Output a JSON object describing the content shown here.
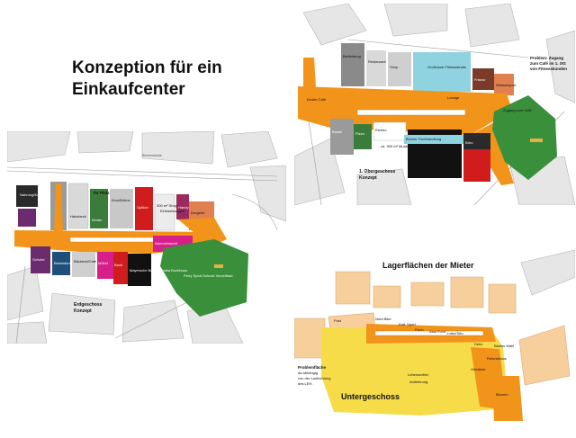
{
  "title": {
    "line1": "Konzeption für ein",
    "line2": "Einkaufcenter"
  },
  "erdgeschoss": {
    "caption_line1": "Erdgeschoss",
    "caption_line2": "Konzept",
    "plaza": "Ihr Platz",
    "labels": {
      "shop_a": "Hairsbeck",
      "shop_b": "Nahrung/Konsum",
      "shop_c": "Kino/Bühne",
      "shop_d": "Optiker",
      "shop_e": "300 m² Shop",
      "shop_f": "Drogerie",
      "shop_g": "Schuhe",
      "shop_h": "Bekleidung",
      "shop_i": "Bäckerei/Café",
      "shop_j": "Möbel",
      "shop_k": "Bank",
      "shop_l": "Kinder",
      "shop_m": "Handy",
      "shop_n": "Abendeinsicht",
      "shop_o": "Einkaufswagen",
      "magnet": "Mayersche Buchh. Thalia Buchhaus",
      "sport": "Perry Sport Schuck Vorzeitbad",
      "parking": "Blumenstraße"
    }
  },
  "obergeschoss": {
    "caption_line1": "1. Obergeschoss",
    "caption_line2": "Konzept",
    "problem_line1": "Problem: Zugang",
    "problem_line2": "zum Café im 1. OG",
    "problem_line3": "von Fitnesskunden",
    "labels": {
      "shop_a": "Bekleidung",
      "shop_b": "Restaurant",
      "shop_c": "Shop",
      "shop_d": "Friseur",
      "shop_e": "Wassersport",
      "shop_f": "Bastel",
      "shop_g": "Großraum Fitnessstudio",
      "shop_h": "Bücher Fachhandlung",
      "shop_i": "ca. 300 m² Musik",
      "shop_j": "Büro",
      "shop_k": "Pizza",
      "shop_l": "Zugang zum Café",
      "shop_m": "Kinder Café",
      "shop_n": "Elektro",
      "shop_o": "Lounge"
    }
  },
  "untergeschoss": {
    "heading": "Lagerflächen der Mieter",
    "caption": "Untergeschoss",
    "problem_line1": "Problemfläche",
    "problem_line2": "da abhängig",
    "problem_line3": "von der Laufrichtung",
    "problem_line4": "des LEH.",
    "labels": {
      "shop_a": "Post",
      "shop_b": "Nord Bike",
      "shop_c": "Kult. Sport",
      "shop_d": "Fisch",
      "shop_e": "Asia Food",
      "shop_f": "Lotto/Toto",
      "shop_g": "Deko",
      "shop_h": "Bäcker Mahl",
      "shop_i": "Lebensmittel",
      "shop_j": "Anlieferung",
      "shop_k": "Getränke",
      "shop_l": "Reformhaus",
      "shop_m": "Blumen"
    }
  },
  "colors": {
    "mall_corridor": "#f2931a",
    "green_space": "#3a8f3a",
    "magenta": "#d61f8a",
    "red": "#d01c1c",
    "black": "#111111",
    "building_grey": "#d9d9d9",
    "building_dark": "#8a8a8a",
    "storage_yellow": "#f7dc4a",
    "storage_peach": "#f6cf9c",
    "cyan": "#8fd3e0",
    "purple": "#6a2c6e"
  }
}
